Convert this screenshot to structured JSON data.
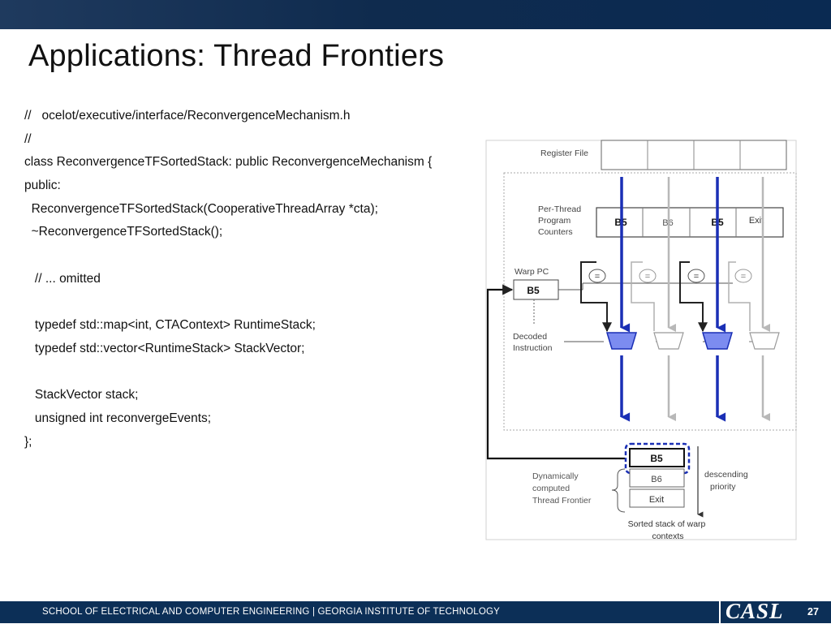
{
  "slide": {
    "title": "Applications: Thread Frontiers",
    "code_lines": [
      "//   ocelot/executive/interface/ReconvergenceMechanism.h",
      "//",
      "class ReconvergenceTFSortedStack: public ReconvergenceMechanism {",
      "public:",
      "  ReconvergenceTFSortedStack(CooperativeThreadArray *cta);",
      "  ~ReconvergenceTFSortedStack();",
      "",
      "   // ... omitted",
      "",
      "   typedef std::map<int, CTAContext> RuntimeStack;",
      "   typedef std::vector<RuntimeStack> StackVector;",
      "",
      "   StackVector stack;",
      "   unsigned int reconvergeEvents;",
      "};"
    ]
  },
  "diagram": {
    "register_file_label": "Register File",
    "pc_label_lines": [
      "Per-Thread",
      "Program",
      "Counters"
    ],
    "pc_values": [
      "B5",
      "B6",
      "B5",
      "Exit"
    ],
    "warp_pc_label": "Warp PC",
    "warp_pc_value": "B5",
    "decoded_label_lines": [
      "Decoded",
      "Instruction"
    ],
    "comparator_symbol": "=",
    "stack_values": [
      "B5",
      "B6",
      "Exit"
    ],
    "frontier_label_lines": [
      "Dynamically",
      "computed",
      "Thread Frontier"
    ],
    "priority_label_lines": [
      "descending",
      "priority"
    ],
    "stack_caption_lines": [
      "Sorted stack of warp",
      "contexts"
    ],
    "colors": {
      "active": "#1a2fb5",
      "active_fill": "#7c8cf0",
      "inactive": "#b8b8b8"
    }
  },
  "footer": {
    "text": "SCHOOL OF ELECTRICAL AND COMPUTER ENGINEERING | GEORGIA INSTITUTE OF TECHNOLOGY",
    "logo": "CASL",
    "page_number": "27"
  }
}
